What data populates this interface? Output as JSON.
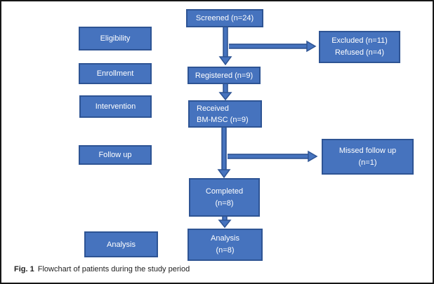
{
  "caption": {
    "label": "Fig. 1",
    "text": "Flowchart of patients during the study period"
  },
  "colors": {
    "box_fill": "#4673BE",
    "box_border": "#2E5494",
    "box_text": "#FFFFFF",
    "frame_border": "#161616"
  },
  "stages": {
    "eligibility": "Eligibility",
    "enrollment": "Enrollment",
    "intervention": "Intervention",
    "follow_up": "Follow up",
    "analysis": "Analysis"
  },
  "flow": {
    "screened": "Screened (n=24)",
    "registered": "Registered (n=9)",
    "received": {
      "line1": "Received",
      "line2": "BM-MSC (n=9)"
    },
    "completed": {
      "line1": "Completed",
      "line2": "(n=8)"
    },
    "analysis": {
      "line1": "Analysis",
      "line2": "(n=8)"
    },
    "excluded": {
      "line1": "Excluded (n=11)",
      "line2": "Refused (n=4)"
    },
    "missed_follow_up": {
      "line1": "Missed follow up",
      "line2": "(n=1)"
    }
  }
}
